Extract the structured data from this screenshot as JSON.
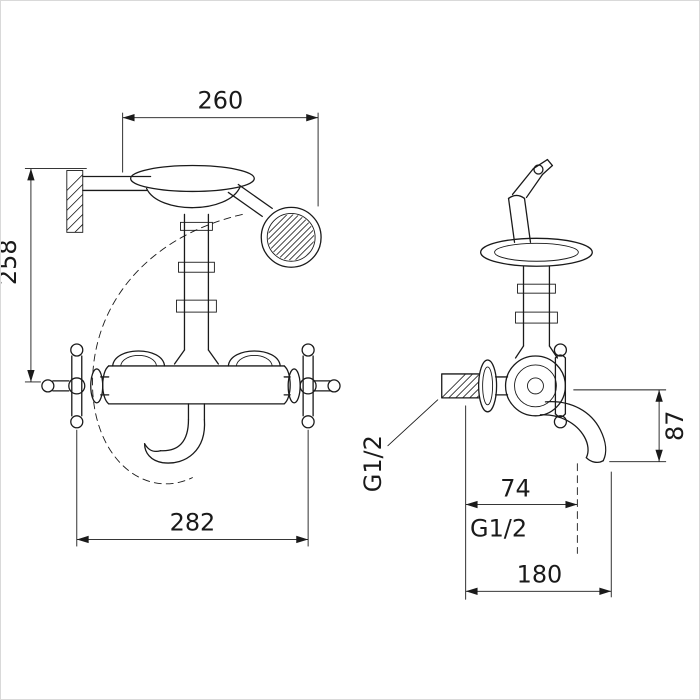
{
  "colors": {
    "line": "#1a1a1a",
    "background": "#ffffff"
  },
  "dimensions": {
    "top_width": "260",
    "left_height": "258",
    "bottom_width": "282",
    "right_height": "87",
    "spout_reach": "74",
    "total_reach": "180",
    "inlet_thread": "G1/2",
    "outlet_thread": "G1/2"
  }
}
